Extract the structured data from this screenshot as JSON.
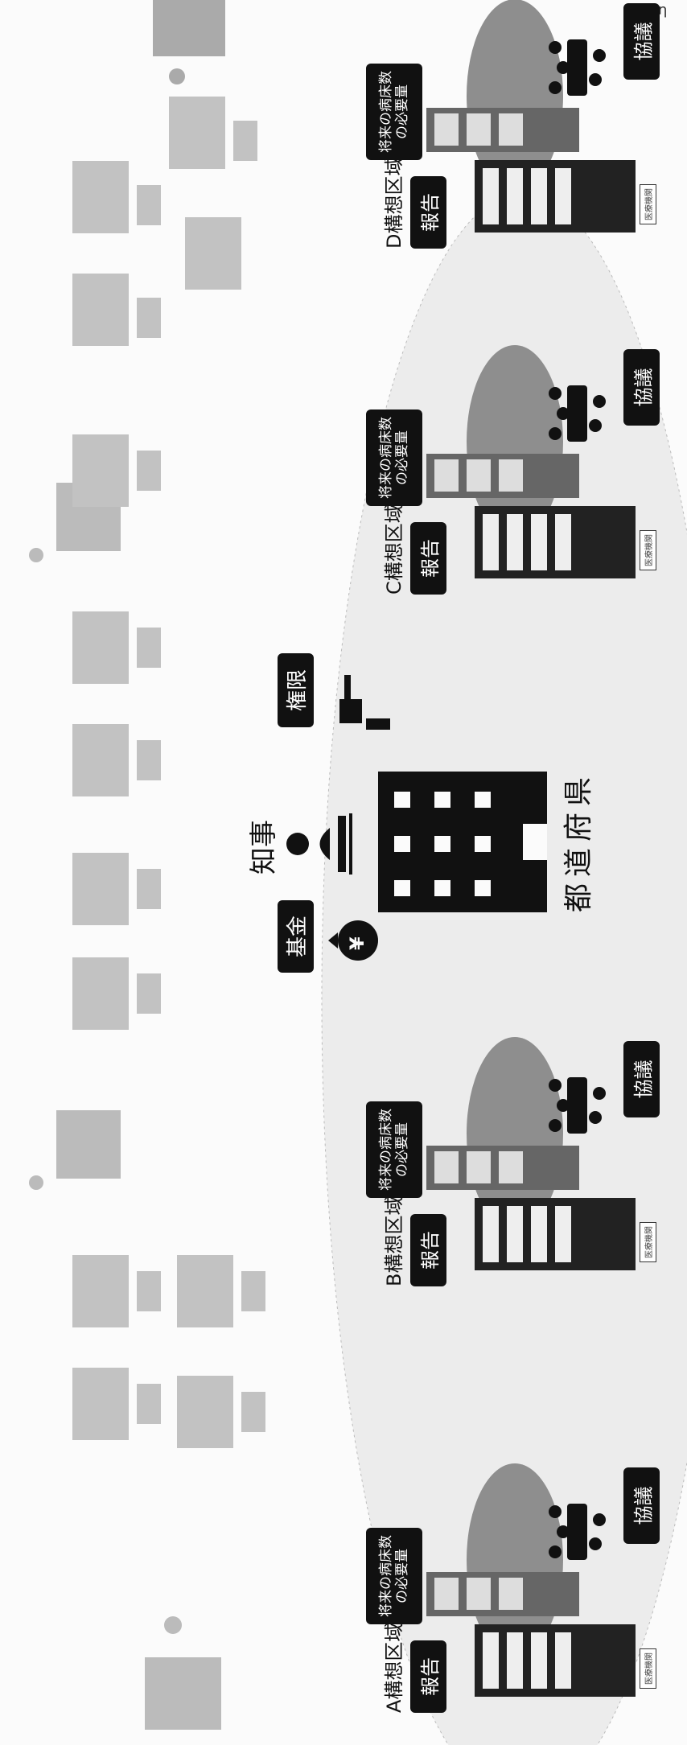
{
  "corner_mark": "η",
  "prefecture": {
    "name": "都道府県",
    "governor": "知事",
    "fund": "基金",
    "fund_symbol": "¥",
    "authority": "権限"
  },
  "regions": [
    {
      "name": "A構想区域",
      "report": "報告",
      "beds_line1": "将来の病床数",
      "beds_line2": "の必要量",
      "meeting": "協議",
      "inst": "医療機関"
    },
    {
      "name": "B構想区域",
      "report": "報告",
      "beds_line1": "将来の病床数",
      "beds_line2": "の必要量",
      "meeting": "協議",
      "inst": "医療機関"
    },
    {
      "name": "C構想区域",
      "report": "報告",
      "beds_line1": "将来の病床数",
      "beds_line2": "の必要量",
      "meeting": "協議",
      "inst": "医療機関"
    },
    {
      "name": "D構想区域",
      "report": "報告",
      "beds_line1": "将来の病床数",
      "beds_line2": "の必要量",
      "meeting": "協議",
      "inst": "医療機関"
    }
  ],
  "colors": {
    "ink": "#111111",
    "ellipse": "#9a9a9a",
    "faint": "#c8c8c8"
  }
}
